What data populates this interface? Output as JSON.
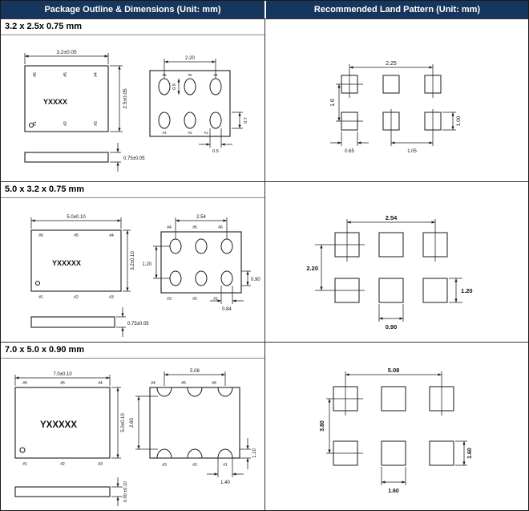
{
  "header": {
    "outline": "Package Outline & Dimensions (Unit: mm)",
    "land": "Recommended Land Pattern (Unit: mm)"
  },
  "rows": [
    {
      "size": "3.2 x 2.5x 0.75 mm",
      "outline": {
        "marking": "YXXXX",
        "body_width": "3.2±0.05",
        "body_height": "2.5±0.05",
        "thickness": "0.75±0.05",
        "top_pins": [
          "#6",
          "#5",
          "#4"
        ],
        "bottom_pins": [
          "#1",
          "#2",
          "#3"
        ],
        "bv_top_pins": [
          "#6",
          "#5",
          "#4"
        ],
        "bv_bottom_pins": [
          "#3",
          "#2",
          "#1"
        ],
        "pad_pitch": "2.20",
        "pad_len": "0.9",
        "pad_edge": "0.7",
        "pad_width": "0.5"
      },
      "land": {
        "pitch_x": "2.25",
        "pitch_y": "1.6",
        "pad_h": "1.00",
        "pad_w": "0.65",
        "pitch_adj": "1.05"
      }
    },
    {
      "size": "5.0 x 3.2 x 0.75 mm",
      "outline": {
        "marking": "YXXXXX",
        "body_width": "5.0±0.10",
        "body_height": "3.2±0.10",
        "thickness": "0.75±0.05",
        "top_pins": [
          "#6",
          "#5",
          "#4"
        ],
        "bottom_pins": [
          "#1",
          "#2",
          "#3"
        ],
        "bv_top_pins": [
          "#4",
          "#5",
          "#6"
        ],
        "bv_bottom_pins": [
          "#3",
          "#2",
          "#1"
        ],
        "pad_pitch": "2.54",
        "pad_row_pitch": "1.20",
        "pad_h": "0.90",
        "pad_w": "0.84"
      },
      "land": {
        "pitch_x": "2.54",
        "pitch_y": "2.20",
        "pad_h": "1.20",
        "pad_w": "0.90"
      }
    },
    {
      "size": "7.0 x 5.0 x 0.90 mm",
      "outline": {
        "marking": "YXXXXX",
        "body_width": "7.0±0.10",
        "body_height": "5.0±0.10",
        "thickness": "0.90 ±0.10",
        "top_pins": [
          "#6",
          "#5",
          "#4"
        ],
        "bottom_pins": [
          "#1",
          "#2",
          "#3"
        ],
        "bv_top_pins": [
          "#4",
          "#5",
          "#6"
        ],
        "bv_bottom_pins": [
          "#3",
          "#2",
          "#1"
        ],
        "pad_pitch": "5.08",
        "pad_row_pitch": "2.60",
        "pad_h": "1.10",
        "pad_w": "1.40"
      },
      "land": {
        "pitch_x": "5.08",
        "pitch_y": "3.80",
        "pad_h": "1.60",
        "pad_w": "1.60"
      }
    }
  ]
}
